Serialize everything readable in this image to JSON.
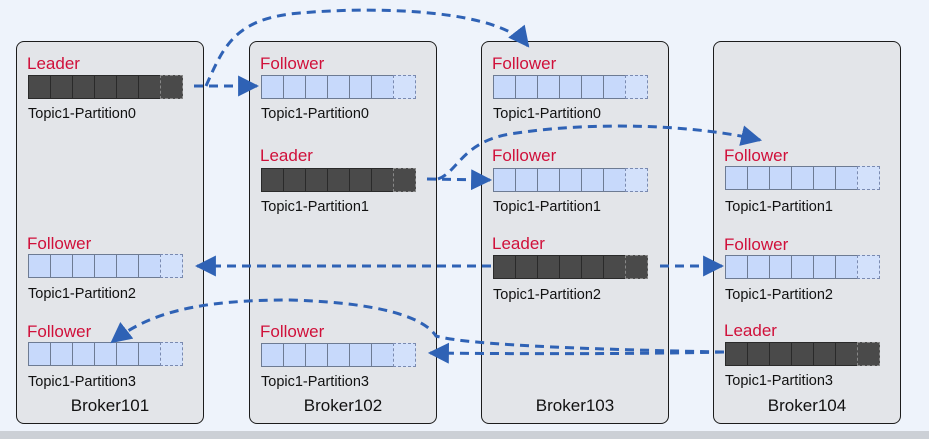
{
  "brokers": [
    {
      "name": "Broker101",
      "replicas": [
        {
          "role": "Leader",
          "partition": "Topic1-Partition0"
        },
        {
          "role": "Follower",
          "partition": "Topic1-Partition2"
        },
        {
          "role": "Follower",
          "partition": "Topic1-Partition3"
        }
      ]
    },
    {
      "name": "Broker102",
      "replicas": [
        {
          "role": "Follower",
          "partition": "Topic1-Partition0"
        },
        {
          "role": "Leader",
          "partition": "Topic1-Partition1"
        },
        {
          "role": "Follower",
          "partition": "Topic1-Partition3"
        }
      ]
    },
    {
      "name": "Broker103",
      "replicas": [
        {
          "role": "Follower",
          "partition": "Topic1-Partition0"
        },
        {
          "role": "Follower",
          "partition": "Topic1-Partition1"
        },
        {
          "role": "Leader",
          "partition": "Topic1-Partition2"
        }
      ]
    },
    {
      "name": "Broker104",
      "replicas": [
        {
          "role": "Follower",
          "partition": "Topic1-Partition1"
        },
        {
          "role": "Follower",
          "partition": "Topic1-Partition2"
        },
        {
          "role": "Leader",
          "partition": "Topic1-Partition3"
        }
      ]
    }
  ],
  "colors": {
    "leader_label": "#d0103a",
    "leader_cell": "#4a4a4a",
    "follower_cell": "#c7d9fb",
    "arrow": "#2f62b5",
    "broker_bg": "#e3e5e9"
  }
}
